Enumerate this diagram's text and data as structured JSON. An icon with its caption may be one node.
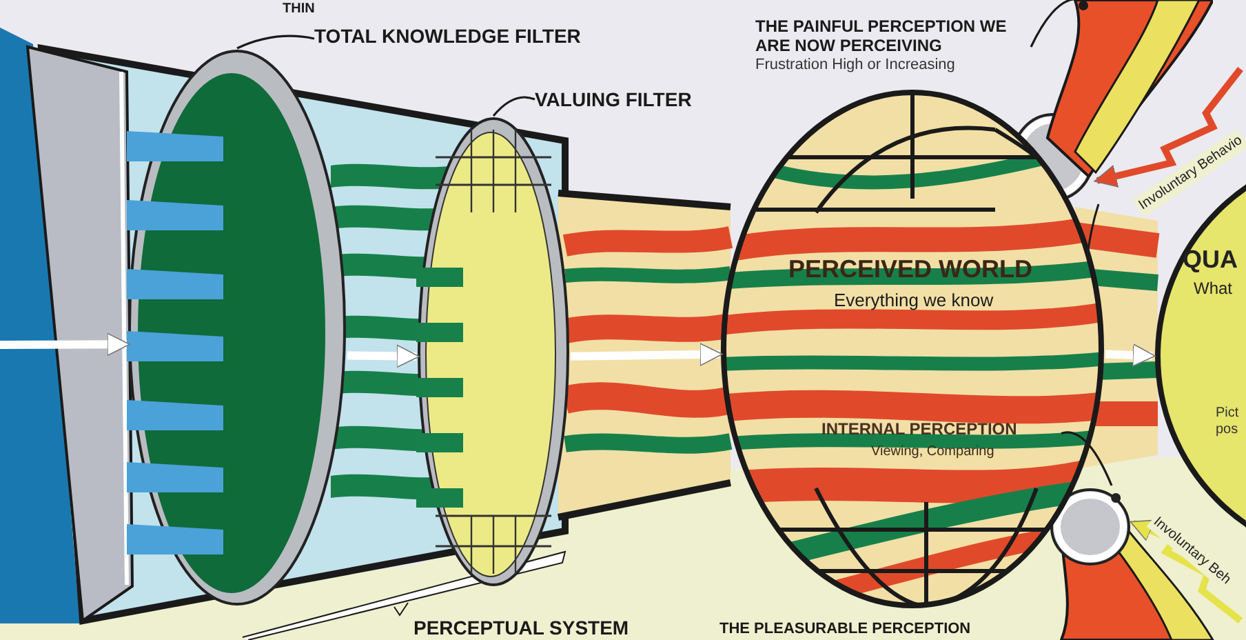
{
  "diagram": {
    "nodes": [
      {
        "text": [
          "TOTAL KNOWLEDGE FILTER"
        ]
      },
      {
        "text": [],
        "shape": "circle"
      },
      {
        "text": [
          "VALUING FILTER"
        ]
      },
      {
        "text": [],
        "shape": "circle"
      },
      {
        "text": [
          "THE PAINFUL PERCEPTION WE ARE NOW PERCEIVING",
          "Frustration High or Increasing"
        ]
      },
      {
        "text": [],
        "shape": "circle"
      },
      {
        "text": [
          "PERCEIVED WORLD",
          "Everything we know"
        ]
      },
      {
        "text": [
          "INTERNAL PERCEPTION",
          "Viewing, Comparing"
        ],
        "in": 6
      },
      {
        "text": [],
        "shape": "circle"
      },
      {
        "text": [
          "QUA",
          "What",
          "Pict pos"
        ]
      },
      {
        "text": [],
        "shape": "picture"
      }
    ],
    "edges": [
      {
        "from": 0,
        "to": 1,
        "arrow": "none"
      },
      {
        "from": 2,
        "to": 3,
        "arrow": "none"
      },
      {
        "from": 4,
        "to": 10,
        "arrow": "none"
      },
      {
        "from": 7,
        "to": 8,
        "arrow": "none"
      },
      {
        "from": null,
        "to": 1,
        "arrow": "to",
        "color": "#ffffff"
      },
      {
        "from": 1,
        "to": 3,
        "arrow": "to",
        "color": "#ffffff"
      },
      {
        "from": 3,
        "to": 6,
        "arrow": "to",
        "color": "#ffffff"
      },
      {
        "from": 6,
        "to": 9,
        "arrow": "to",
        "color": "#ffffff"
      },
      {
        "from": null,
        "to": 5,
        "arrow": "to",
        "label": "Involuntary Behavio",
        "color": "#e04a2a"
      },
      {
        "from": null,
        "to": 8,
        "arrow": "to",
        "label": "Involuntary Beh",
        "color": "#e6e24a"
      }
    ],
    "labels": [
      "THIN",
      "PERCEPTUAL SYSTEM",
      "THE PLEASURABLE PERCEPTION"
    ]
  }
}
